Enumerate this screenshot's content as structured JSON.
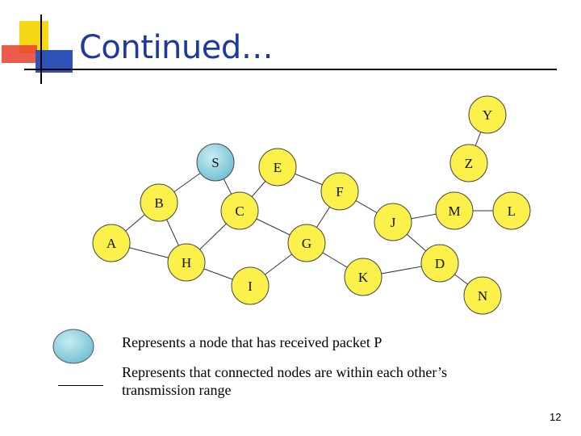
{
  "slide": {
    "title": "Continued…",
    "page_number": "12"
  },
  "graph": {
    "colors": {
      "node_fill": "#fbf14a",
      "received_fill": "#8dd0df",
      "stroke": "#444444",
      "edge": "#333333"
    },
    "nodes": [
      {
        "id": "S",
        "label": "S",
        "received": true
      },
      {
        "id": "E",
        "label": "E",
        "received": false
      },
      {
        "id": "B",
        "label": "B",
        "received": false
      },
      {
        "id": "C",
        "label": "C",
        "received": false
      },
      {
        "id": "A",
        "label": "A",
        "received": false
      },
      {
        "id": "H",
        "label": "H",
        "received": false
      },
      {
        "id": "I",
        "label": "I",
        "received": false
      },
      {
        "id": "G",
        "label": "G",
        "received": false
      },
      {
        "id": "F",
        "label": "F",
        "received": false
      },
      {
        "id": "K",
        "label": "K",
        "received": false
      },
      {
        "id": "J",
        "label": "J",
        "received": false
      },
      {
        "id": "D",
        "label": "D",
        "received": false
      },
      {
        "id": "M",
        "label": "M",
        "received": false
      },
      {
        "id": "L",
        "label": "L",
        "received": false
      },
      {
        "id": "N",
        "label": "N",
        "received": false
      },
      {
        "id": "Z",
        "label": "Z",
        "received": false
      },
      {
        "id": "Y",
        "label": "Y",
        "received": false
      }
    ],
    "edges": [
      [
        "S",
        "B"
      ],
      [
        "S",
        "C"
      ],
      [
        "E",
        "C"
      ],
      [
        "E",
        "F"
      ],
      [
        "B",
        "H"
      ],
      [
        "A",
        "B"
      ],
      [
        "A",
        "H"
      ],
      [
        "C",
        "H"
      ],
      [
        "C",
        "G"
      ],
      [
        "H",
        "I"
      ],
      [
        "I",
        "G"
      ],
      [
        "G",
        "F"
      ],
      [
        "G",
        "K"
      ],
      [
        "F",
        "J"
      ],
      [
        "J",
        "M"
      ],
      [
        "J",
        "D"
      ],
      [
        "K",
        "D"
      ],
      [
        "D",
        "N"
      ],
      [
        "M",
        "L"
      ],
      [
        "Z",
        "Y"
      ]
    ]
  },
  "legend": {
    "received_text": "Represents a node that has received packet P",
    "edge_text": "Represents that connected nodes are within each other’s transmission range"
  }
}
